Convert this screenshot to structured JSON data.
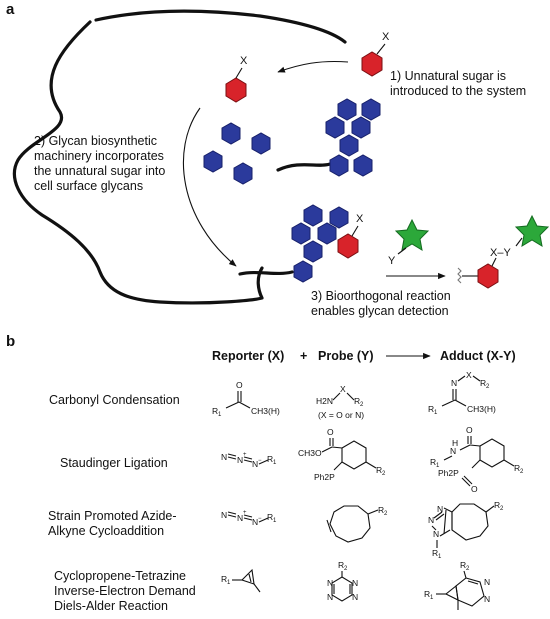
{
  "panels": {
    "a": "a",
    "b": "b"
  },
  "steps": {
    "s1_line1": "1) Unnatural sugar is",
    "s1_line2": "introduced to the system",
    "s2_line1": "2) Glycan biosynthetic",
    "s2_line2": "machinery incorporates",
    "s2_line3": "the unnatural sugar into",
    "s2_line4": "cell surface glycans",
    "s3_line1": "3) Bioorthogonal reaction",
    "s3_line2": "enables glycan detection"
  },
  "labels": {
    "x": "X",
    "y": "Y",
    "xy": "X–Y"
  },
  "header": {
    "reporter": "Reporter (X)",
    "plus": "+",
    "probe": "Probe (Y)",
    "adduct": "Adduct (X-Y)"
  },
  "reactions": {
    "r1": "Carbonyl Condensation",
    "r2": "Staudinger Ligation",
    "r3_line1": "Strain Promoted Azide-",
    "r3_line2": "Alkyne Cycloaddition",
    "r4_line1": "Cyclopropene-Tetrazine",
    "r4_line2": "Inverse-Electron Demand",
    "r4_line3": "Diels-Alder Reaction"
  },
  "chem": {
    "o": "O",
    "r1": "R",
    "r2": "R",
    "one": "1",
    "two": "2",
    "ch3h": "CH3(H)",
    "h2n": "H2N",
    "x": "X",
    "xeq": "(X = O or N)",
    "n": "N",
    "ch3o": "CH3O",
    "ph2p": "Ph2P",
    "h": "H",
    "plus": "+",
    "minus": "−"
  },
  "colors": {
    "glycan": "#2b3a9c",
    "unnatural_sugar": "#d8232a",
    "probe_star": "#2ca83a"
  }
}
